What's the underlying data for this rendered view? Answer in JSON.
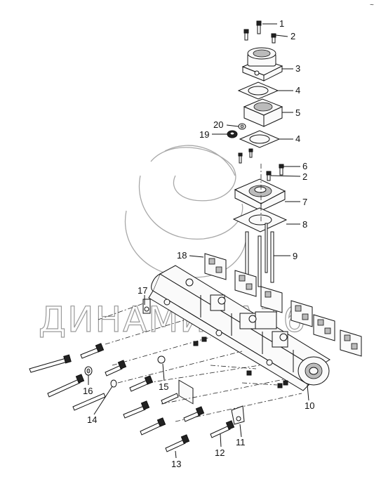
{
  "watermark": {
    "text": "ДИНАМИКА76"
  },
  "corner_mark": "~",
  "callouts": [
    {
      "id": "c1",
      "label": "1"
    },
    {
      "id": "c2a",
      "label": "2"
    },
    {
      "id": "c3",
      "label": "3"
    },
    {
      "id": "c4a",
      "label": "4"
    },
    {
      "id": "c5",
      "label": "5"
    },
    {
      "id": "c20",
      "label": "20"
    },
    {
      "id": "c19",
      "label": "19"
    },
    {
      "id": "c4b",
      "label": "4"
    },
    {
      "id": "c6",
      "label": "6"
    },
    {
      "id": "c2b",
      "label": "2"
    },
    {
      "id": "c7",
      "label": "7"
    },
    {
      "id": "c8",
      "label": "8"
    },
    {
      "id": "c18",
      "label": "18"
    },
    {
      "id": "c9",
      "label": "9"
    },
    {
      "id": "c17",
      "label": "17"
    },
    {
      "id": "c16",
      "label": "16"
    },
    {
      "id": "c15",
      "label": "15"
    },
    {
      "id": "c14",
      "label": "14"
    },
    {
      "id": "c10",
      "label": "10"
    },
    {
      "id": "c11",
      "label": "11"
    },
    {
      "id": "c12",
      "label": "12"
    },
    {
      "id": "c13",
      "label": "13"
    }
  ]
}
